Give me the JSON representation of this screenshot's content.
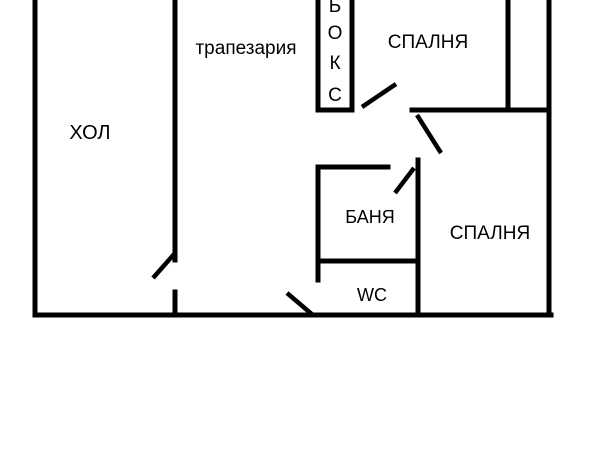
{
  "floor_plan": {
    "rooms": {
      "hall": "ХОЛ",
      "dining": "трапезария",
      "bedroom_top": "СПАЛНЯ",
      "bedroom_right": "СПАЛНЯ",
      "bathroom": "БАНЯ",
      "toilet": "WC",
      "box_letters": [
        "Б",
        "О",
        "К",
        "С"
      ]
    },
    "colors": {
      "walls": "#000000",
      "background": "#ffffff"
    }
  }
}
